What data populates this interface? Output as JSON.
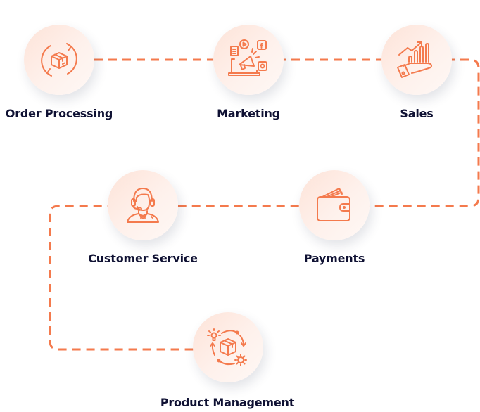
{
  "diagram": {
    "accent_color": "#f47a4d",
    "text_color": "#0f1133",
    "steps": [
      {
        "label": "Order Processing",
        "icon": "box-cycle-icon"
      },
      {
        "label": "Marketing",
        "icon": "megaphone-social-icon"
      },
      {
        "label": "Sales",
        "icon": "hand-growth-chart-icon"
      },
      {
        "label": "Payments",
        "icon": "wallet-icon"
      },
      {
        "label": "Customer Service",
        "icon": "headset-agent-icon"
      },
      {
        "label": "Product Management",
        "icon": "product-lifecycle-icon"
      }
    ]
  }
}
